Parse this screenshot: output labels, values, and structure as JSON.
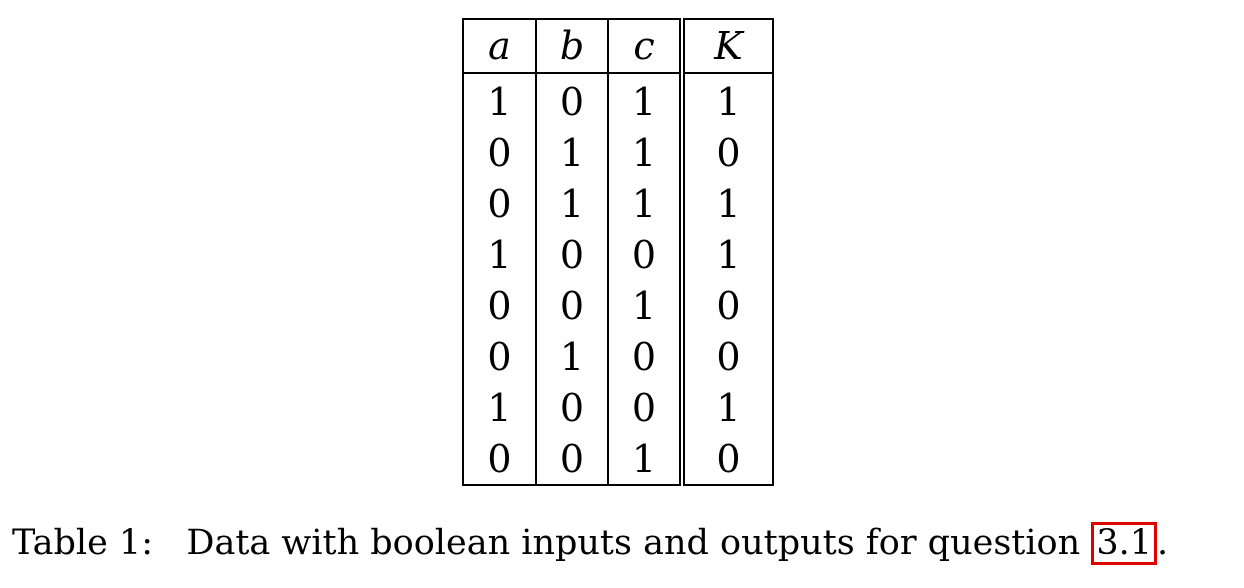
{
  "table": {
    "headers": [
      "a",
      "b",
      "c",
      "K"
    ],
    "rows": [
      [
        "1",
        "0",
        "1",
        "1"
      ],
      [
        "0",
        "1",
        "1",
        "0"
      ],
      [
        "0",
        "1",
        "1",
        "1"
      ],
      [
        "1",
        "0",
        "0",
        "1"
      ],
      [
        "0",
        "0",
        "1",
        "0"
      ],
      [
        "0",
        "1",
        "0",
        "0"
      ],
      [
        "1",
        "0",
        "0",
        "1"
      ],
      [
        "0",
        "0",
        "1",
        "0"
      ]
    ]
  },
  "caption": {
    "label": "Table 1:",
    "text": "Data with boolean inputs and outputs for question",
    "ref": "3.1",
    "trailing": "."
  },
  "colors": {
    "highlight_box": "#e00000"
  }
}
